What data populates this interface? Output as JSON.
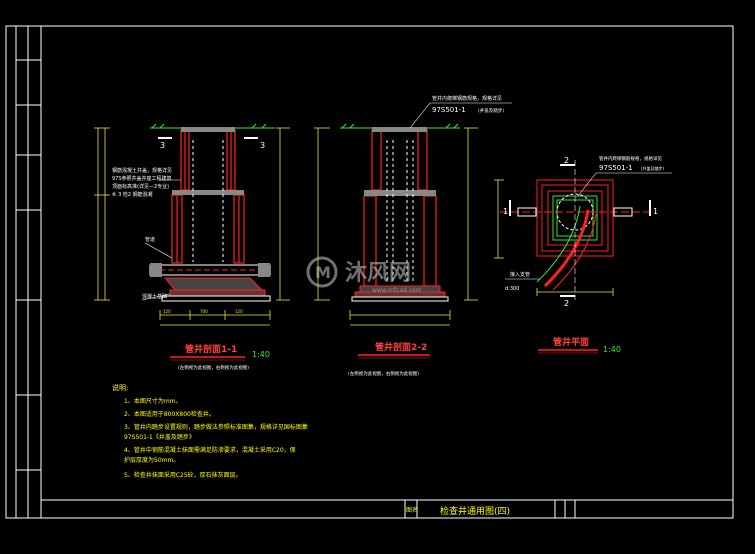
{
  "drawing": {
    "title_block_label": "图名",
    "title": "检查井通用图(四)",
    "watermark_text": "沐风网",
    "watermark_url": "www.mfcad.com"
  },
  "section_1": {
    "title": "管井剖面1-1",
    "scale": "1:40",
    "subtitle": "(左侧视为此视图，右侧视为此视图)",
    "marker_left": "3",
    "marker_right": "3",
    "note_lines": [
      "钢筋混凝土井盖，规格详见",
      "97S参照井盖井座工程建筑",
      "顶面标高准(详见—2专业)",
      "⑥ 3 检2 钢筋混凝"
    ],
    "label_pipe": "管道",
    "label_base": "混凝土基础"
  },
  "section_2": {
    "title": "管井剖面2-2",
    "subtitle": "(左侧视为此视图，右侧视为此视图)",
    "note_line1": "管井内爬梯钢筋规格，规格详见",
    "note_ref": "97S501-1",
    "note_ref_suffix": "(井盖及踏步)"
  },
  "plan": {
    "title": "管井平面",
    "scale": "1:40",
    "note_line1": "管井内爬梯钢筋规格，规格详见",
    "note_ref": "97S501-1",
    "note_ref_suffix": "(井盖及踏步)",
    "cut_label_top": "2",
    "cut_label_bottom": "2",
    "cut_label_left": "1",
    "cut_label_right": "1",
    "inlet_label": "接入支管",
    "inlet_size": "d:300"
  },
  "notes": {
    "heading": "说明:",
    "items": [
      "1、本图尺寸为mm。",
      "2、本图适用于800X800检查井。",
      "3、管井内踏步设置规则，踏步做法参照标准图集，规格详见国标图集",
      "   97S501-1《井盖及踏步》",
      "4、管井中钢筋混凝土抹面需满足防渗要求，混凝土采用C20，保",
      "   护层厚度为50mm。",
      "5、检查井抹面采用C25砼，厚石抹灰面层。"
    ]
  },
  "colors": {
    "background": "#000000",
    "frame": "#ffffff",
    "red_line": "#ff2020",
    "dim_yellow": "#e8e830",
    "green": "#30e830",
    "note_text": "#ffff00",
    "white_text": "#ffffff",
    "magenta": "#ff40ff"
  }
}
